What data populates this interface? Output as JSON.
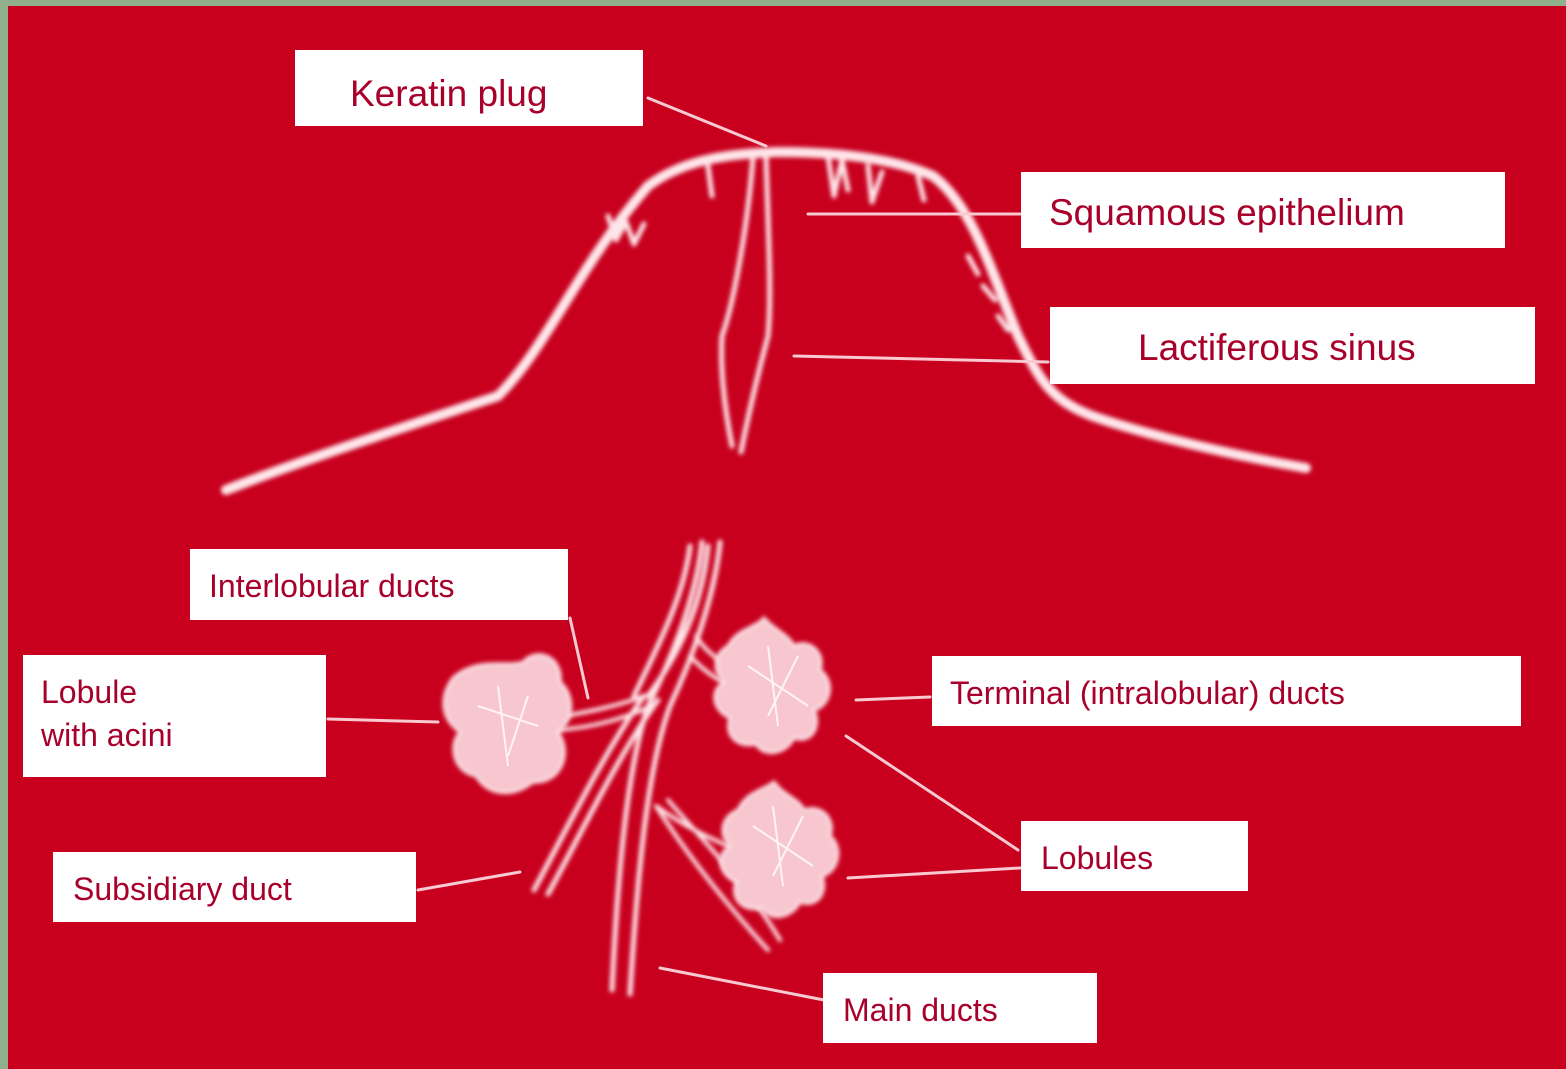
{
  "diagram": {
    "colors": {
      "background": "#c8001e",
      "drawing": "#ffe6ea",
      "label_text": "#a8002a",
      "label_box": "#ffffff"
    },
    "labels": {
      "keratin_plug": "Keratin plug",
      "squamous_epithelium": "Squamous epithelium",
      "lactiferous_sinus": "Lactiferous sinus",
      "interlobular_ducts": "Interlobular ducts",
      "lobule_with_acini_line1": "Lobule",
      "lobule_with_acini_line2": "with acini",
      "terminal_ducts": "Terminal (intralobular) ducts",
      "subsidiary_duct": "Subsidiary duct",
      "lobules": "Lobules",
      "main_ducts": "Main ducts"
    }
  }
}
